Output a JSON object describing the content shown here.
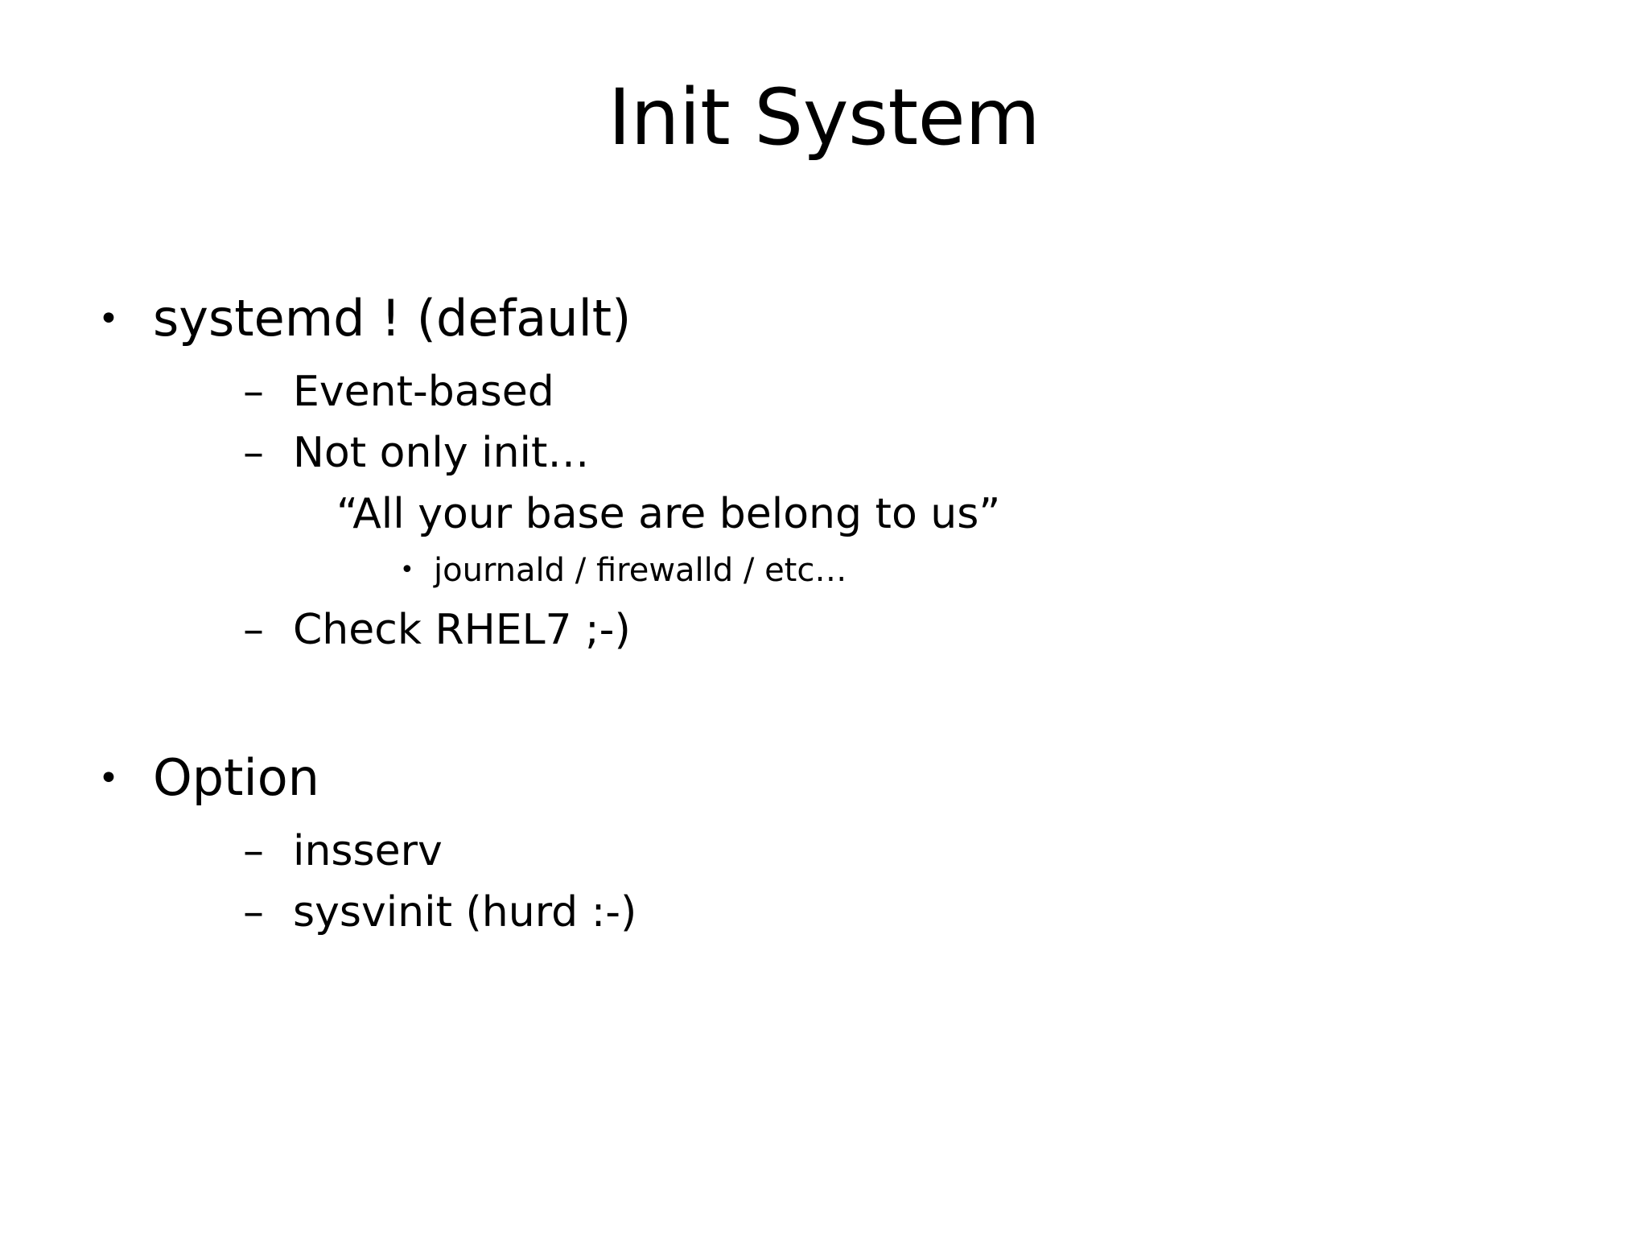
{
  "slide": {
    "title": "Init System",
    "background_color": "#ffffff",
    "text_color": "#000000",
    "bullet_glyphs": {
      "level1": "•",
      "level2": "–",
      "level4": "•"
    },
    "groups": [
      {
        "heading": "systemd ! (default)",
        "items": [
          {
            "level": 2,
            "text": "Event-based"
          },
          {
            "level": 2,
            "text": "Not only init…"
          },
          {
            "level": 3,
            "text": "“All your base are belong to us”"
          },
          {
            "level": 4,
            "text": "journald / firewalld / etc…"
          },
          {
            "level": 2,
            "text": "Check RHEL7 ;-)"
          }
        ]
      },
      {
        "heading": "Option",
        "items": [
          {
            "level": 2,
            "text": "insserv"
          },
          {
            "level": 2,
            "text": "sysvinit (hurd :-)"
          }
        ]
      }
    ]
  }
}
